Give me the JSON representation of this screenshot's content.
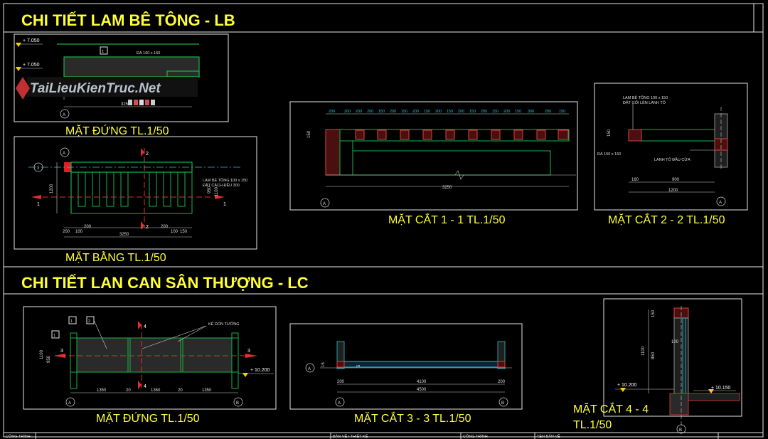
{
  "sections": {
    "lb_title": "CHI TIẾT LAM BÊ TÔNG - LB",
    "lc_title": "CHI TIẾT LAN CAN SÂN THƯỢNG - LC"
  },
  "watermark": "TaiLieuKienTruc.Net",
  "views": {
    "mat_dung_lb": "MẶT ĐỨNG  TL.1/50",
    "mat_bang_lb": "MẶT BẰNG TL.1/50",
    "mat_cat_11": "MẶT CẮT 1 - 1 TL.1/50",
    "mat_cat_22": "MẶT CẮT 2 - 2 TL.1/50",
    "mat_dung_lc": "MẶT ĐỨNG  TL.1/50",
    "mat_cat_33": "MẶT CẮT 3 - 3 TL.1/50",
    "mat_cat_44_a": "MẶT CẮT 4 - 4",
    "mat_cat_44_b": "TL.1/50"
  },
  "elevations": {
    "e7050a": "+ 7.050",
    "e7050b": "+ 7.050",
    "e10200a": "+ 10.200",
    "e10200b": "+ 10.200",
    "e10150": "+ 10.150"
  },
  "notes": {
    "da_160x160": "ĐÀ 160 x 160",
    "lam_bt_cach_deu": "LAM BÊ TÔNG 100 x 150",
    "dat_cach_deu": "ĐẶT CÁCH ĐỀU 300",
    "lam_bt_2": "LAM BÊ TÔNG 100 x 150",
    "dat_goi_len": "ĐẶT GỐI LÊN LANH TÔ",
    "da_150x150": "ĐÀ 150 x 150",
    "lanh_to": "LANH TÔ ĐẦU CỬA",
    "xe_don": "KẺ DON TƯỜNG"
  },
  "dims": {
    "d3250a": "3250",
    "d3250b": "3250",
    "d3250c": "3250",
    "d1200a": "1200",
    "d1200b": "1200",
    "d900": "900",
    "d160": "160",
    "d150": "150",
    "d1100a": "1100",
    "d1100b": "1100",
    "d950a": "950",
    "d950b": "950",
    "d850": "850",
    "d4100": "4100",
    "d4500": "4500",
    "d200": "200",
    "d1350a": "1350",
    "d1350b": "1350",
    "d1360": "1360",
    "d20a": "20",
    "d20b": "20",
    "d100": "100",
    "d300": "300",
    "d5": "5",
    "d15": "15",
    "d150b": "150"
  },
  "section_marks": {
    "one": "1",
    "two": "2",
    "three": "3",
    "four": "4"
  },
  "axes": {
    "a": "A",
    "b": "B",
    "one": "1"
  },
  "tags": {
    "t1": "1",
    "t2": "2"
  },
  "title_block": [
    "CÔNG TRÌNH :",
    "BẢN VẼ / THIẾT KẾ",
    "CÔNG TRÌNH",
    "TÊN BẢN VẼ"
  ]
}
